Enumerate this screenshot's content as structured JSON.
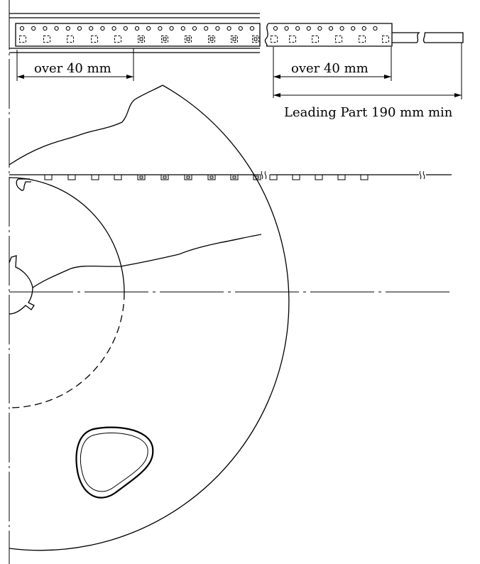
{
  "labels": {
    "pitch_left": "over 40 mm",
    "pitch_right": "over 40 mm",
    "leading_part": "Leading Part 190 mm min"
  },
  "colors": {
    "line": "#000000",
    "background": "#ffffff"
  }
}
